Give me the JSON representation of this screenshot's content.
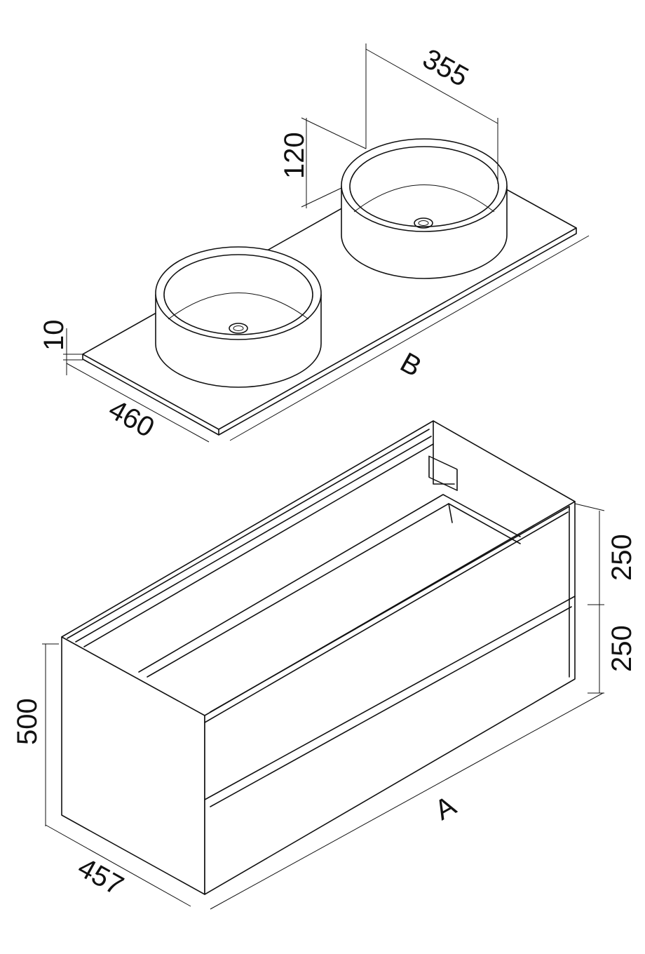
{
  "drawing": {
    "countertop": {
      "basin_diameter": "355",
      "basin_height": "120",
      "top_thickness": "10",
      "depth": "460",
      "width": "B"
    },
    "cabinet": {
      "drawer_top_height": "250",
      "drawer_bottom_height": "250",
      "height": "500",
      "depth": "457",
      "width": "A"
    }
  }
}
